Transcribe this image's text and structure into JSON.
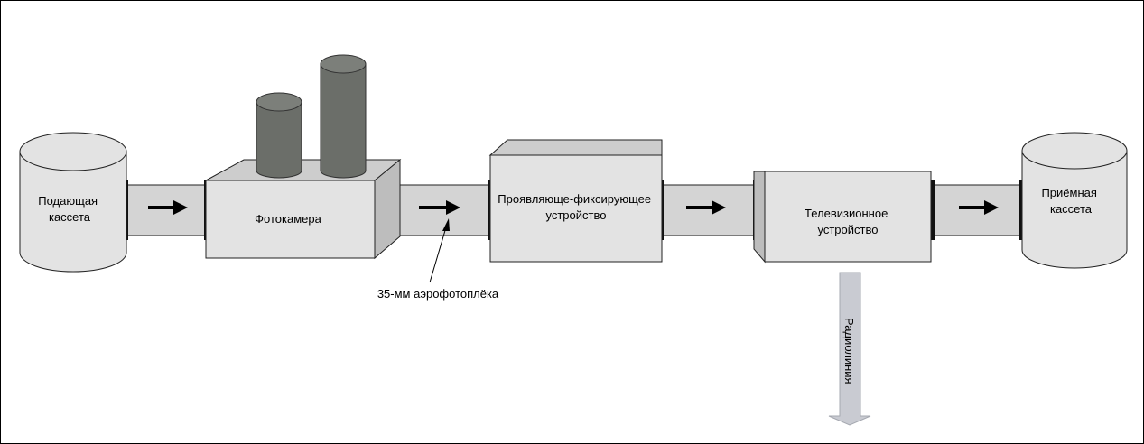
{
  "diagram": {
    "nodes": {
      "supply_cassette": {
        "lines": [
          "Подающая",
          "кассета"
        ]
      },
      "camera": {
        "label": "Фотокамера"
      },
      "processing_unit": {
        "lines": [
          "Проявляюще-фиксирующее",
          "устройство"
        ]
      },
      "tv_unit": {
        "lines": [
          "Телевизионное",
          "устройство"
        ]
      },
      "takeup_cassette": {
        "lines": [
          "Приёмная",
          "кассета"
        ]
      }
    },
    "film_label": "35-мм аэрофотоплёка",
    "radio_label": "Радиолиния"
  },
  "colors": {
    "background": "#ffffff",
    "frame": "#000000",
    "box_front": "#e3e3e3",
    "box_top": "#cdcdcd",
    "box_side": "#bdbdbd",
    "film": "#d4d4d4",
    "lens": "#6b6e69",
    "lens_top": "#7c7f7a",
    "radio_arrow": "#c9cbd2",
    "edge": "#222222"
  }
}
